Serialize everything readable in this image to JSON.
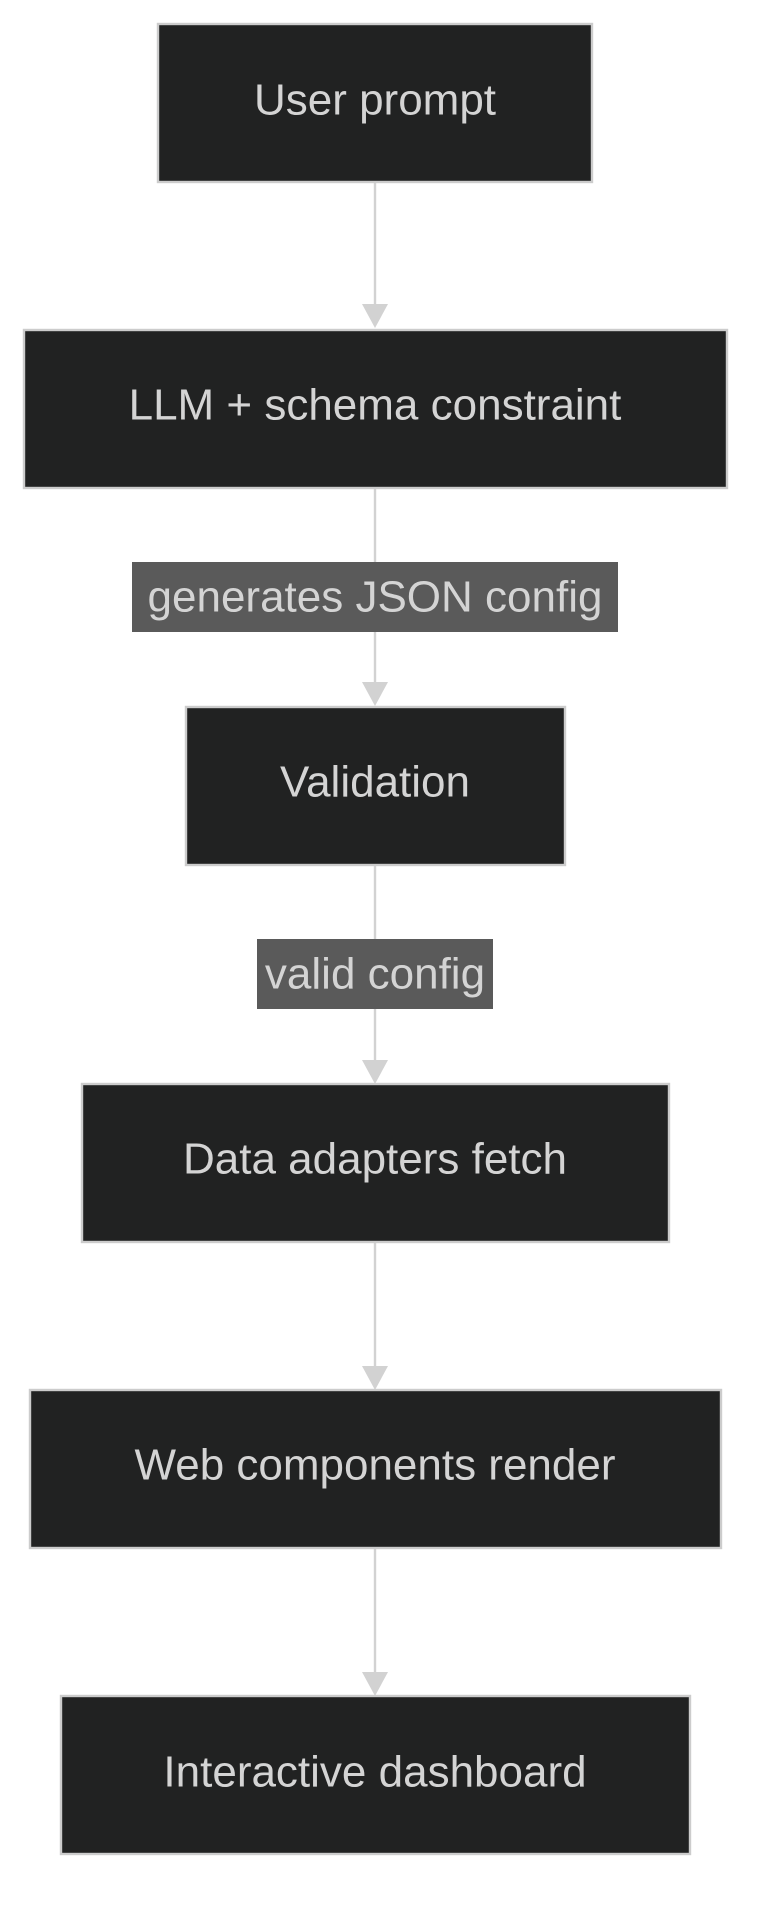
{
  "diagram": {
    "type": "flowchart",
    "direction": "top-to-bottom",
    "colors": {
      "node_fill": "#212222",
      "node_border": "#cccccc",
      "text": "#d4d4d4",
      "edge": "#d2d2d2",
      "label_background": "#5a5a5a",
      "page_background": "#ffffff"
    },
    "nodes": [
      {
        "id": "user-prompt",
        "label": "User prompt"
      },
      {
        "id": "llm-schema",
        "label": "LLM + schema constraint"
      },
      {
        "id": "validation",
        "label": "Validation"
      },
      {
        "id": "data-adapters",
        "label": "Data adapters fetch"
      },
      {
        "id": "web-components",
        "label": "Web components render"
      },
      {
        "id": "dashboard",
        "label": "Interactive dashboard"
      }
    ],
    "edges": [
      {
        "from": "user-prompt",
        "to": "llm-schema",
        "label": ""
      },
      {
        "from": "llm-schema",
        "to": "validation",
        "label": "generates JSON config"
      },
      {
        "from": "validation",
        "to": "data-adapters",
        "label": "valid config"
      },
      {
        "from": "data-adapters",
        "to": "web-components",
        "label": ""
      },
      {
        "from": "web-components",
        "to": "dashboard",
        "label": ""
      }
    ]
  }
}
